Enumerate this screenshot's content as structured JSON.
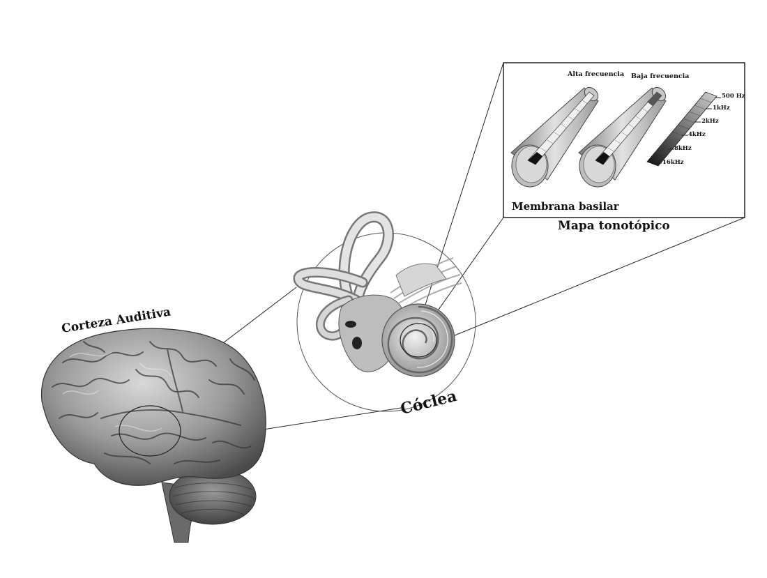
{
  "labels": {
    "auditory_cortex": "Corteza Auditiva",
    "cochlea": "Cóclea",
    "tonotopic_map": "Mapa tonotópico",
    "basilar_membrane": "Membrana basilar",
    "high_frequency": "Alta frecuencia",
    "low_frequency": "Baja frecuencia"
  },
  "frequency_scale": [
    "500 Hz",
    "1kHz",
    "2kHz",
    "4kHz",
    "8kHz",
    "16kHz"
  ],
  "colors": {
    "line": "#222222",
    "brain_dark": "#3a3a3a",
    "brain_mid": "#8a8a8a",
    "brain_light": "#cfcfcf",
    "cochlea_light": "#e6e6e6",
    "cochlea_dark": "#7a7a7a"
  }
}
